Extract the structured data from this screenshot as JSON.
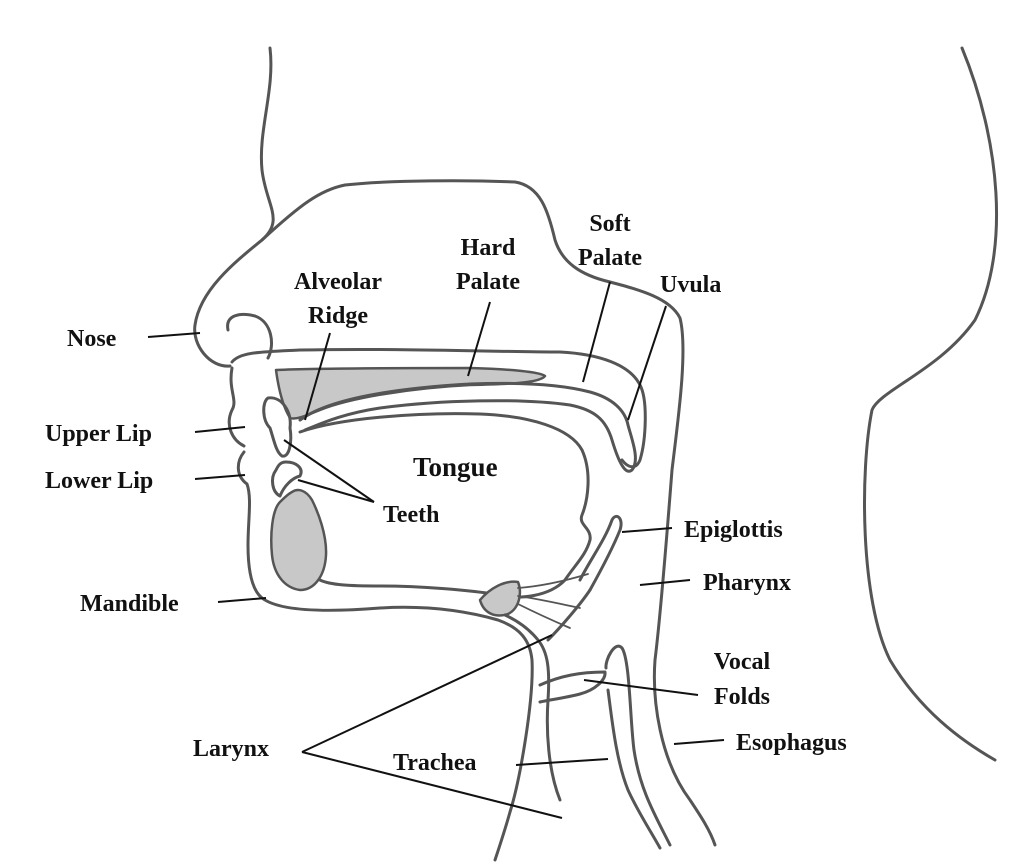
{
  "labels": {
    "nose": "Nose",
    "upper_lip": "Upper Lip",
    "lower_lip": "Lower Lip",
    "mandible": "Mandible",
    "larynx": "Larynx",
    "alveolar_ridge_1": "Alveolar",
    "alveolar_ridge_2": "Ridge",
    "hard_palate_1": "Hard",
    "hard_palate_2": "Palate",
    "soft_palate_1": "Soft",
    "soft_palate_2": "Palate",
    "uvula": "Uvula",
    "tongue": "Tongue",
    "teeth": "Teeth",
    "epiglottis": "Epiglottis",
    "pharynx": "Pharynx",
    "vocal_folds_1": "Vocal",
    "vocal_folds_2": "Folds",
    "esophagus": "Esophagus",
    "trachea": "Trachea"
  }
}
